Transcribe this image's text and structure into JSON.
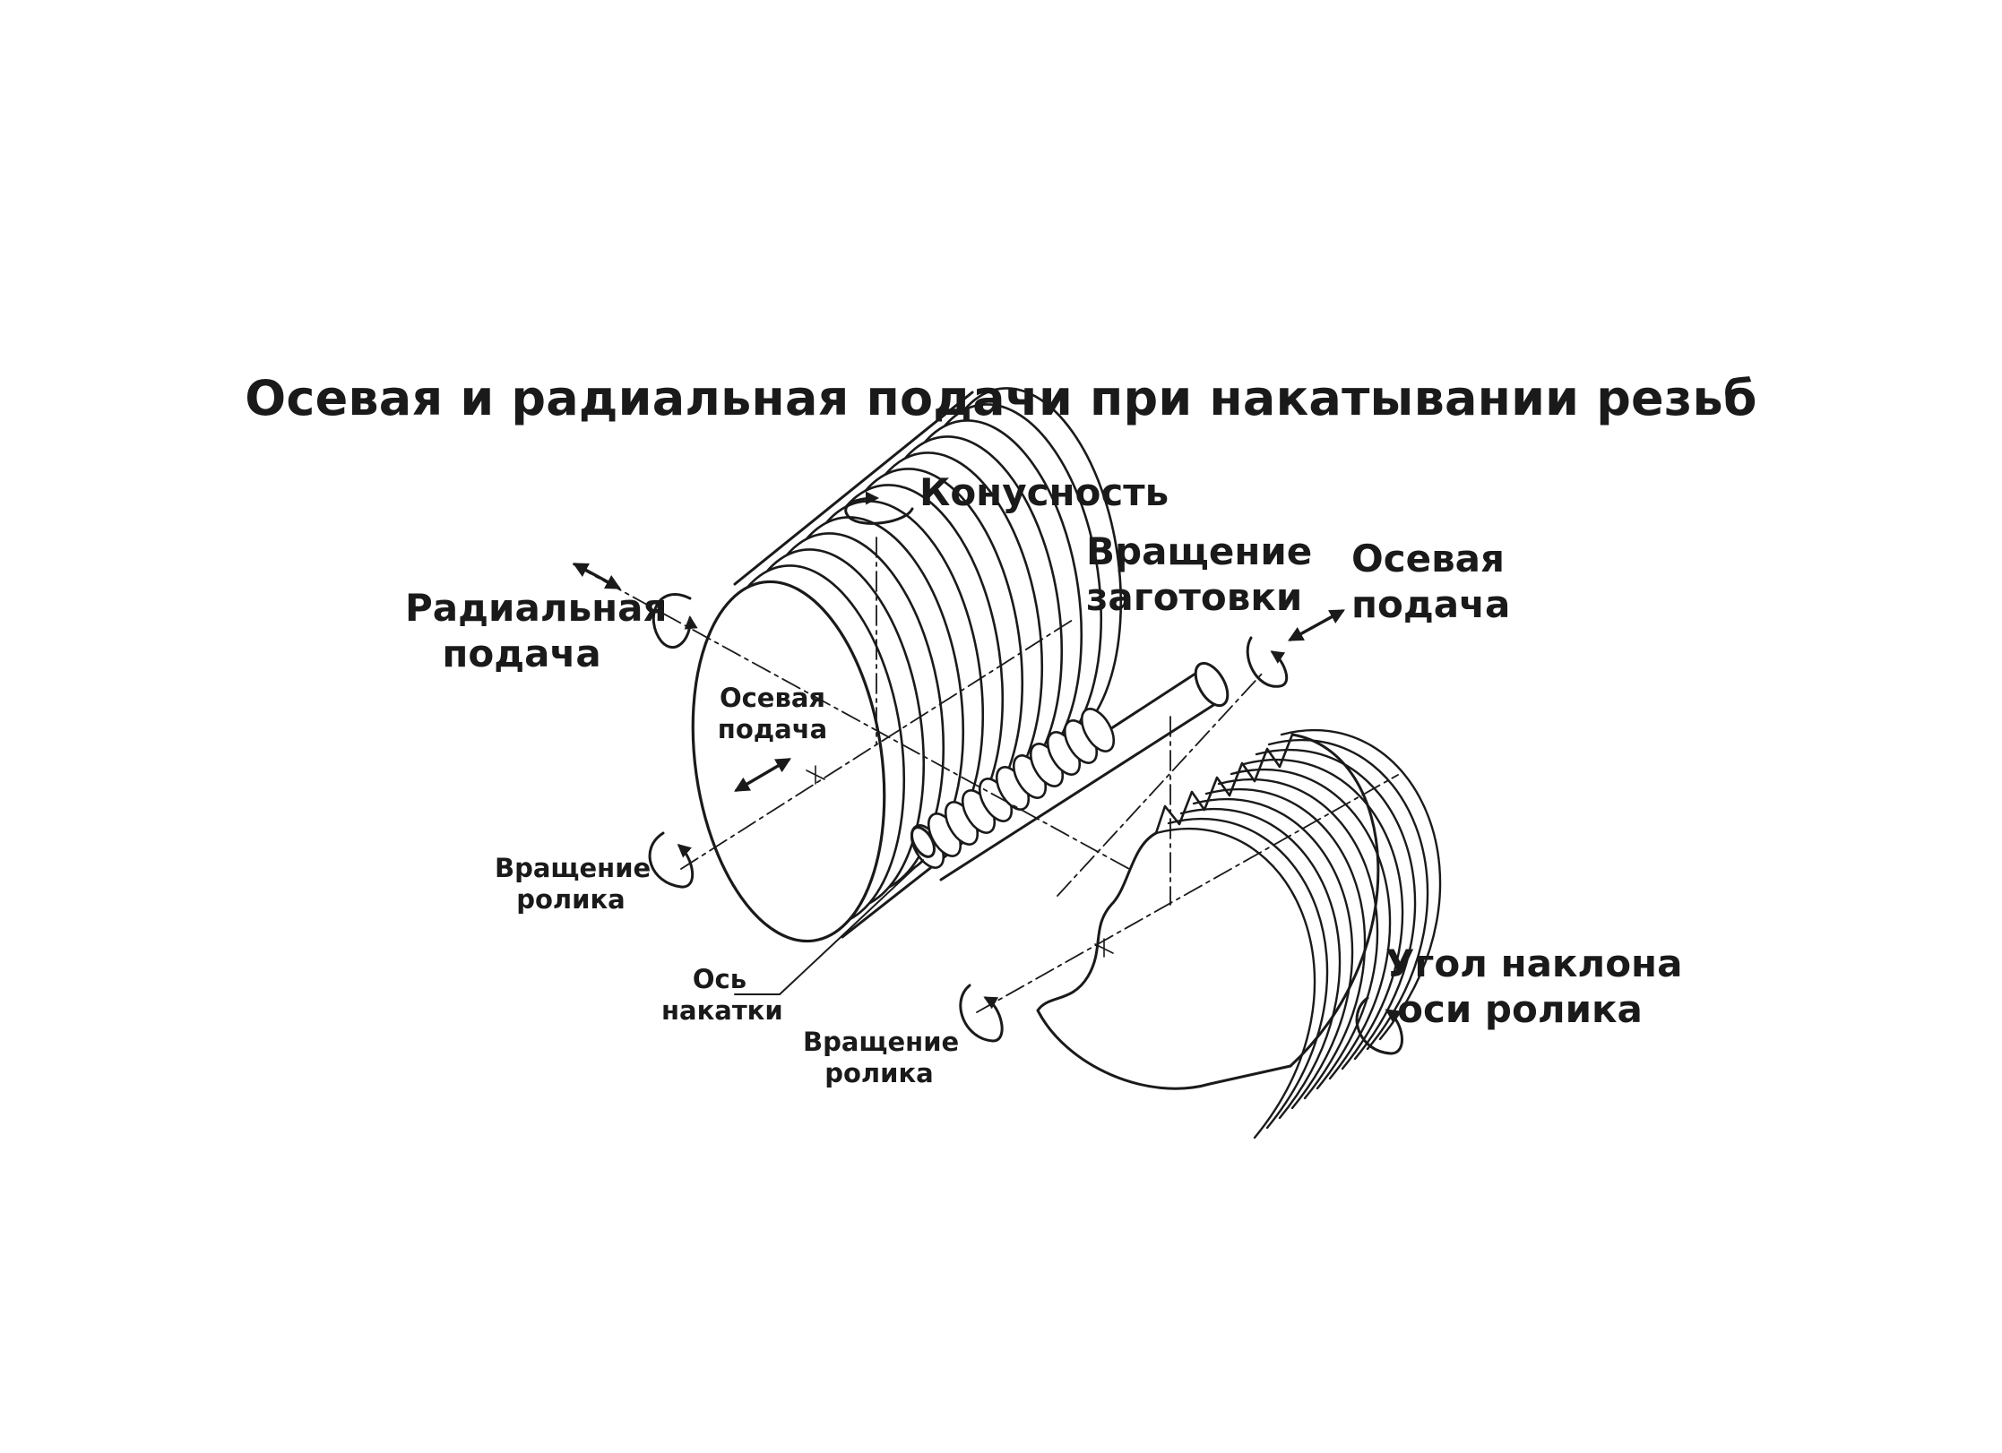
{
  "title": "Осевая и радиальная подачи при накатывании резьб",
  "labels": {
    "taper": "Конусность",
    "workpiece_rotation": [
      "Вращение",
      "заготовки"
    ],
    "axial_feed_right": [
      "Осевая",
      "подача"
    ],
    "radial_feed": [
      "Радиальная",
      "подача"
    ],
    "axial_feed_inner": [
      "Осевая",
      "подача"
    ],
    "roller_rotation_left": [
      "Вращение",
      "ролика"
    ],
    "rolling_axis": [
      "Ось",
      "накатки"
    ],
    "roller_rotation_bottom": [
      "Вращение",
      "ролика"
    ],
    "roller_tilt_angle": [
      "Угол наклона",
      "оси ролика"
    ]
  },
  "colors": {
    "ink": "#1a1a1a",
    "background": "#ffffff"
  }
}
